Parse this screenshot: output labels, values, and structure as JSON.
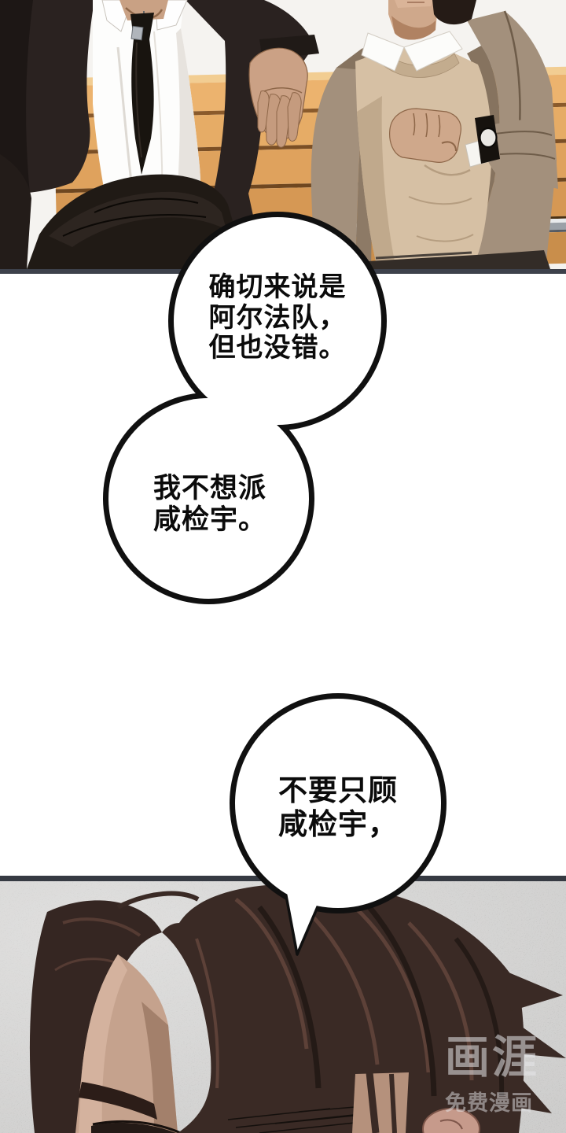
{
  "panels": [
    {
      "id": "bench-scene",
      "border_color": "#3d414b"
    },
    {
      "id": "closeup-scene",
      "border_color": "#363a42"
    }
  ],
  "bubbles": [
    {
      "id": "bubble-1",
      "lines": [
        "确切来说是",
        "阿尔法队，",
        "但也没错。"
      ]
    },
    {
      "id": "bubble-2",
      "lines": [
        "我不想派",
        "咸检宇。"
      ]
    },
    {
      "id": "bubble-3",
      "lines": [
        "不要只顾",
        "咸检宇，"
      ]
    }
  ],
  "watermark": {
    "logo": "画涯",
    "tagline": "免费漫画"
  },
  "colors": {
    "bubble_outline": "#101010",
    "bubble_fill": "#ffffff",
    "suit_dark": "#2a2220",
    "jacket_taupe": "#a3907c",
    "sweater_beige": "#d6c0a4",
    "bench_wood": "#e6ac66",
    "hair_brown": "#3a2a25",
    "skin": "#cba185",
    "panel2_bg_gray": "#aeadab"
  }
}
